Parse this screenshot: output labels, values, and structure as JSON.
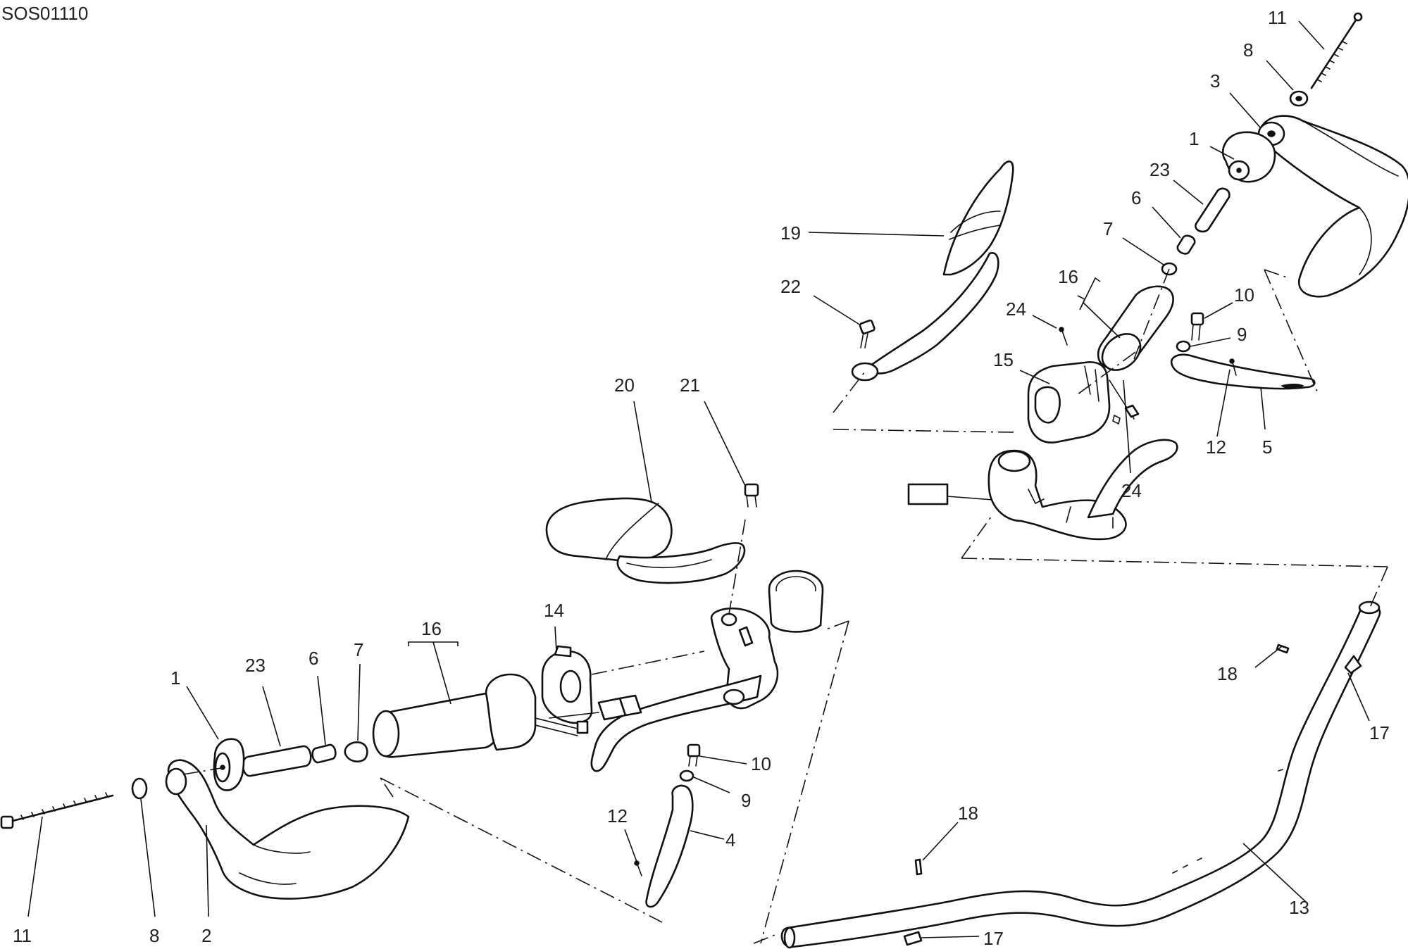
{
  "diagram_code": "SOS01110",
  "callouts": {
    "c11_top": "11",
    "c8_top": "8",
    "c3": "3",
    "c1_top": "1",
    "c23_top": "23",
    "c6_top": "6",
    "c7_top": "7",
    "c16_top": "16",
    "c10_top": "10",
    "c9_top": "9",
    "c24_left": "24",
    "c15": "15",
    "c12_top": "12",
    "c5": "5",
    "c24_right": "24",
    "c19": "19",
    "c22": "22",
    "c20": "20",
    "c21": "21",
    "c14": "14",
    "c16_bottom": "16",
    "c1_bottom": "1",
    "c23_bottom": "23",
    "c6_bottom": "6",
    "c7_bottom": "7",
    "c10_bottom": "10",
    "c9_bottom": "9",
    "c12_bottom": "12",
    "c4": "4",
    "c11_bottom": "11",
    "c8_bottom": "8",
    "c2": "2",
    "c18_top": "18",
    "c17_top": "17",
    "c18_bottom": "18",
    "c13": "13",
    "c17_bottom": "17"
  }
}
